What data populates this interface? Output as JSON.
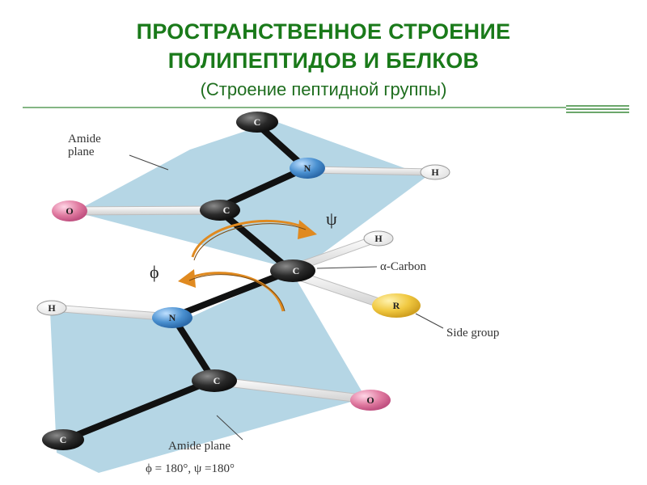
{
  "header": {
    "title_line1": "ПРОСТРАНСТВЕННОЕ СТРОЕНИЕ",
    "title_line2": "ПОЛИПЕПТИДОВ И БЕЛКОВ",
    "subtitle": "(Строение пептидной группы)"
  },
  "colors": {
    "title": "#1a7a1a",
    "rule": "#3a8a3a",
    "plane": "#a8cfe0",
    "carbon": "#1e1e1e",
    "nitrogen": "#4a90d0",
    "oxygen": "#e07aa0",
    "hydrogen": "#ffffff",
    "r_group": "#f0c840",
    "arrow": "#e08a20"
  },
  "diagram": {
    "label_amide_plane_top_1": "Amide",
    "label_amide_plane_top_2": "plane",
    "label_alpha_carbon": "α-Carbon",
    "label_side_group": "Side group",
    "label_amide_plane_bottom": "Amide plane",
    "label_angles": "ϕ = 180°, ψ =180°",
    "psi_symbol": "ψ",
    "phi_symbol": "ϕ",
    "atoms": {
      "c_top": "C",
      "n_top": "N",
      "h_top": "H",
      "o_top": "O",
      "c_carbonyl_top": "C",
      "c_alpha": "C",
      "h_alpha": "H",
      "r_group": "R",
      "h_bottom": "H",
      "n_bottom": "N",
      "c_carbonyl_bottom": "C",
      "o_bottom": "O",
      "c_bottom": "C"
    }
  }
}
